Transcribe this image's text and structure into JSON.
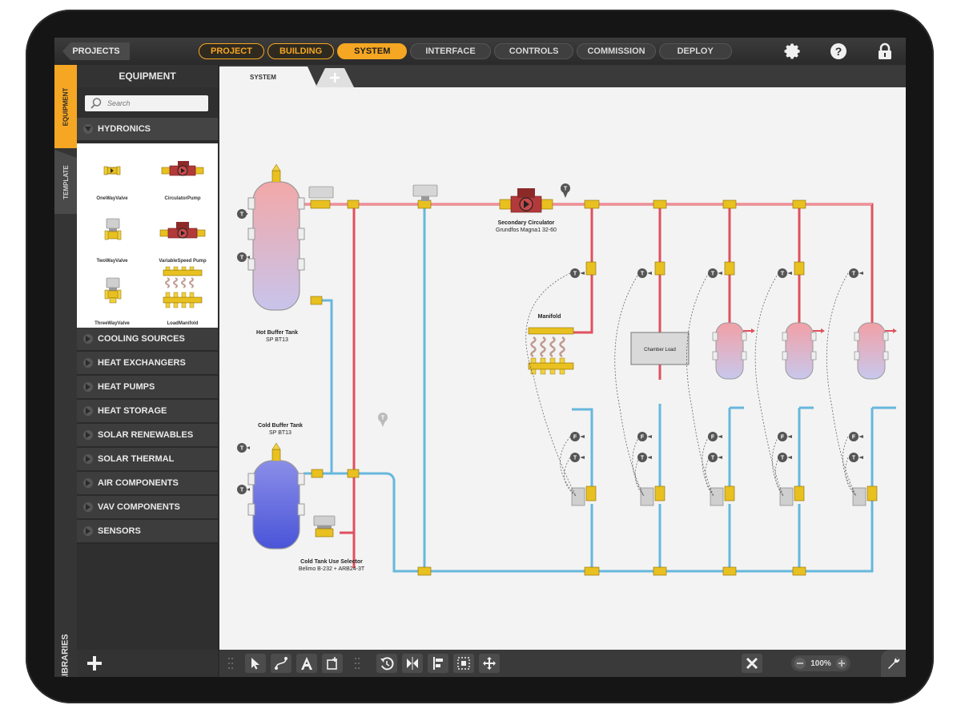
{
  "nav": {
    "projects_label": "PROJECTS",
    "steps": [
      {
        "label": "PROJECT",
        "state": "done"
      },
      {
        "label": "BUILDING",
        "state": "done"
      },
      {
        "label": "SYSTEM",
        "state": "active"
      },
      {
        "label": "INTERFACE",
        "state": "inactive"
      },
      {
        "label": "CONTROLS",
        "state": "inactive"
      },
      {
        "label": "COMMISSION",
        "state": "inactive"
      },
      {
        "label": "DEPLOY",
        "state": "inactive"
      }
    ],
    "icons": [
      "gear-icon",
      "help-icon",
      "lock-icon"
    ],
    "accent_color": "#f5a623"
  },
  "sidetabs": {
    "equipment": "EQUIPMENT",
    "template": "TEMPLATE",
    "libraries": "LIBRARIES"
  },
  "panel": {
    "title": "EQUIPMENT",
    "search_placeholder": "Search",
    "open_category": "HYDRONICS",
    "items": [
      "OneWayValve",
      "CirculatorPump",
      "TwoWayValve",
      "VariableSpeed Pump",
      "ThreeWayValve",
      "LoadManifold"
    ],
    "categories": [
      "COOLING SOURCES",
      "HEAT EXCHANGERS",
      "HEAT PUMPS",
      "HEAT STORAGE",
      "SOLAR RENEWABLES",
      "SOLAR THERMAL",
      "AIR COMPONENTS",
      "VAV COMPONENTS",
      "SENSORS"
    ]
  },
  "canvas": {
    "tab_label": "SYSTEM",
    "labels": {
      "hot_tank_name": "Hot Buffer Tank",
      "hot_tank_model": "SP BT13",
      "cold_tank_name": "Cold Buffer Tank",
      "cold_tank_model": "SP BT13",
      "selector_name": "Cold Tank Use Selector",
      "selector_model": "Belimo B-232 + ARB24-3T",
      "circulator_name": "Secondary Circulator",
      "circulator_model": "Grundfos Magna1 32-60",
      "manifold": "Manifold",
      "chamber_load": "Chamber Load",
      "sensor_t": "T",
      "sensor_f": "F"
    },
    "colors": {
      "hot_pipe": "#e0505e",
      "cold_pipe": "#67b7dc",
      "valve": "#e8c020"
    }
  },
  "toolbar": {
    "tools": [
      "select-tool",
      "connect-tool",
      "text-tool",
      "add-element-tool",
      "rotate-tool",
      "flip-tool",
      "align-tool",
      "group-tool",
      "move-tool",
      "delete-tool"
    ],
    "zoom_label": "100%"
  }
}
